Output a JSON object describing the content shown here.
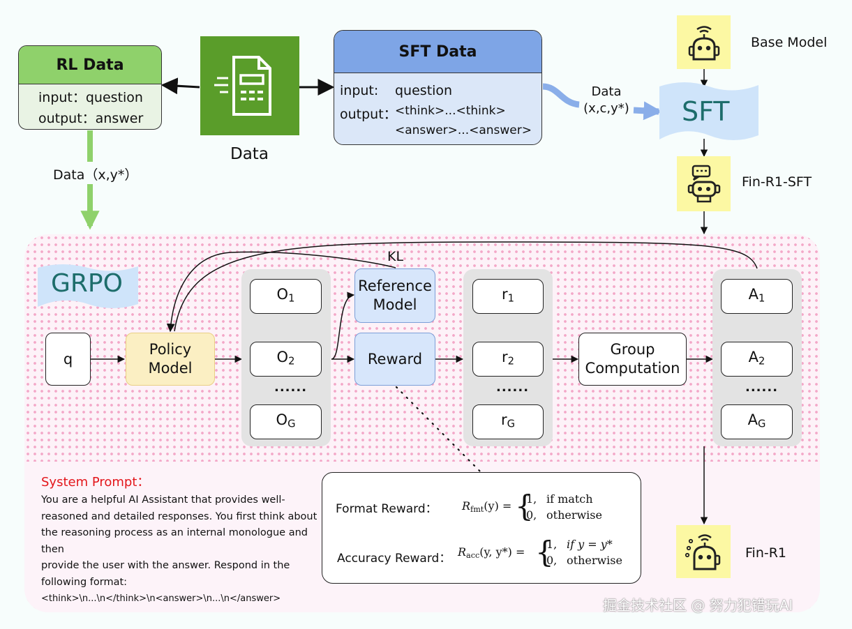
{
  "rl_data": {
    "title": "RL Data",
    "input": "input：question",
    "output": "output：answer"
  },
  "data_icon_label": "Data",
  "sft_data": {
    "title": "SFT Data",
    "input_key": "input:",
    "input_val": "question",
    "output_key": "output：",
    "output_line1": "<think>...<think>",
    "output_line2": "<answer>...<answer>"
  },
  "data_to_sft": {
    "line1": "Data",
    "line2": "(x,c,y*)"
  },
  "sft_banner": "SFT",
  "base_model": "Base Model",
  "fin_r1_sft": "Fin-R1-SFT",
  "rl_arrow_label": "Data（x,y*）",
  "grpo_banner": "GRPO",
  "kl": "KL",
  "q": "q",
  "policy_model": {
    "line1": "Policy",
    "line2": "Model"
  },
  "reference_model": {
    "line1": "Reference",
    "line2": "Model"
  },
  "reward": "Reward",
  "outputs": {
    "o1": "O",
    "o1_sub": "1",
    "o2": "O",
    "o2_sub": "2",
    "og": "O",
    "og_sub": "G",
    "dots": "......"
  },
  "rewards": {
    "r1": "r",
    "r1_sub": "1",
    "r2": "r",
    "r2_sub": "2",
    "rg": "r",
    "rg_sub": "G",
    "dots": "......"
  },
  "group_computation": {
    "line1": "Group",
    "line2": "Computation"
  },
  "advantages": {
    "a1": "A",
    "a1_sub": "1",
    "a2": "A",
    "a2_sub": "2",
    "ag": "A",
    "ag_sub": "G",
    "dots": "......"
  },
  "fin_r1": "Fin-R1",
  "system_prompt": {
    "title": "System Prompt：",
    "lines": [
      "You are a helpful AI Assistant that provides well-",
      "reasoned and detailed responses. You first think about",
      "the reasoning process as an internal monologue and then",
      "provide the user with the answer. Respond in the",
      "following format:",
      "<think>\\n...\\n</think>\\n<answer>\\n...\\n</answer>"
    ]
  },
  "reward_box": {
    "format_label": "Format Reward：",
    "format_lhs": "R",
    "format_sub": "fmt",
    "format_arg": "(y) =",
    "format_case1_val": "1,",
    "format_case1_cond": "if match",
    "format_case2_val": "0,",
    "format_case2_cond": "otherwise",
    "accuracy_label": "Accuracy Reward：",
    "accuracy_lhs": "R",
    "accuracy_sub": "acc",
    "accuracy_arg": "(y, y*) =",
    "accuracy_case1_val": "1,",
    "accuracy_case1_cond": "if y = y*",
    "accuracy_case2_val": "0,",
    "accuracy_case2_cond": "otherwise"
  },
  "watermark": "掘金技术社区 @ 努力犯错玩AI",
  "colors": {
    "rl_header": "#8fd16b",
    "rl_body": "#e9f3e4",
    "sft_header": "#7ea5e6",
    "sft_body": "#dbe7f8",
    "data_icon": "#5a9d2a",
    "policy": "#fbefc3",
    "reference": "#d7e6fb",
    "banner": "#cfe4fa",
    "robot_bg": "#fcf8a3",
    "system_prompt_title": "#e3161b"
  }
}
